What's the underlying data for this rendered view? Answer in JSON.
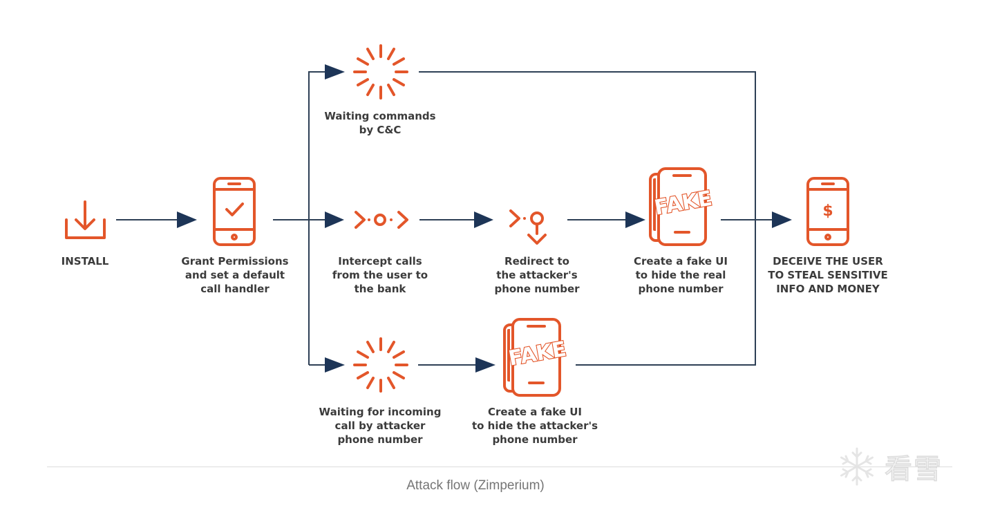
{
  "caption": "Attack flow (Zimperium)",
  "colors": {
    "icon": "#e3562a",
    "arrow": "#1d3557",
    "line": "#2d3f55",
    "text": "#3b3b3b"
  },
  "nodes": {
    "install": {
      "icon": "download-icon",
      "lines": [
        "INSTALL"
      ]
    },
    "grant": {
      "icon": "phone-check-icon",
      "lines": [
        "Grant Permissions",
        "and set a default",
        "call handler"
      ]
    },
    "wait_cc": {
      "icon": "waiting-burst-icon",
      "lines": [
        "Waiting commands",
        "by C&C"
      ]
    },
    "intercept": {
      "icon": "intercept-icon",
      "lines": [
        "Intercept calls",
        "from the user to",
        "the bank"
      ]
    },
    "redirect": {
      "icon": "redirect-icon",
      "lines": [
        "Redirect to",
        "the attacker's",
        "phone number"
      ]
    },
    "fake_ui_1": {
      "icon": "fake-phone-icon",
      "badge": "FAKE",
      "lines": [
        "Create a fake UI",
        "to hide the real",
        "phone number"
      ]
    },
    "deceive": {
      "icon": "phone-dollar-icon",
      "badge": "$",
      "lines": [
        "DECEIVE THE USER",
        "TO STEAL SENSITIVE",
        "INFO AND MONEY"
      ]
    },
    "wait_call": {
      "icon": "waiting-burst-icon",
      "lines": [
        "Waiting for incoming",
        "call by attacker",
        "phone number"
      ]
    },
    "fake_ui_2": {
      "icon": "fake-phone-icon",
      "badge": "FAKE",
      "lines": [
        "Create a fake UI",
        "to hide the attacker's",
        "phone number"
      ]
    }
  },
  "watermark": {
    "icon": "snowflake-icon",
    "text": "看雪"
  }
}
